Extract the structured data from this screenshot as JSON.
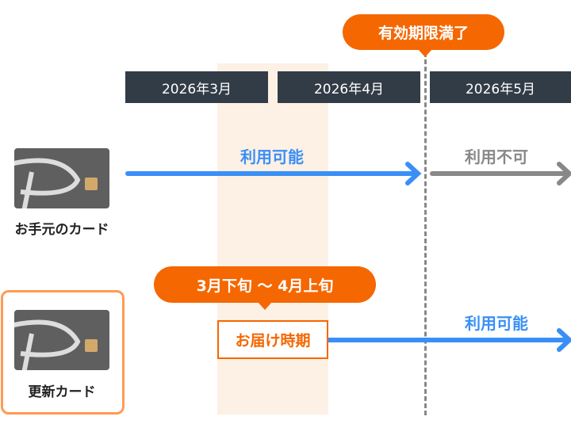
{
  "months": [
    "2026年3月",
    "2026年4月",
    "2026年5月"
  ],
  "expiry_label": "有効期限満了",
  "current_card": {
    "label": "お手元のカード",
    "before": "利用可能",
    "after": "利用不可"
  },
  "new_card": {
    "label": "更新カード",
    "delivery_period": "3月下旬 〜 4月上旬",
    "delivery_label": "お届け時期",
    "after": "利用可能"
  },
  "colors": {
    "orange": "#f56700",
    "blue": "#3a8ff6",
    "grey": "#888888",
    "dark": "#323c47"
  }
}
